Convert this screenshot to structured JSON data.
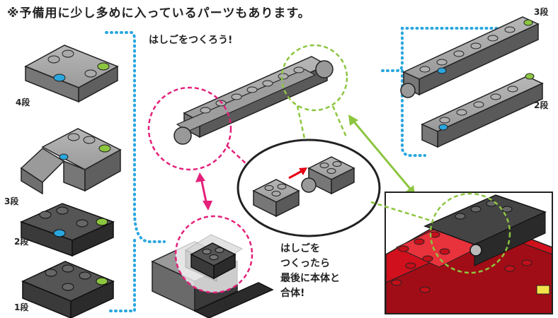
{
  "note": "※予備用に少し多めに入っているパーツもあります。",
  "title": "はしごをつくろう!",
  "levels_left": [
    "4段",
    "3段",
    "2段",
    "1段"
  ],
  "levels_right": [
    "3段",
    "2段"
  ],
  "instruction": [
    "はしごを",
    "つくったら",
    "最後に本体と",
    "合体!"
  ],
  "colors": {
    "blue_dot": "#2aa7df",
    "pink_dash": "#e4207a",
    "green_dash": "#8cc63f",
    "red_arrow": "#e60012",
    "brick_gray": "#8c8c8c",
    "brick_dark": "#3a3a3a",
    "engine_red": "#d0101c"
  }
}
